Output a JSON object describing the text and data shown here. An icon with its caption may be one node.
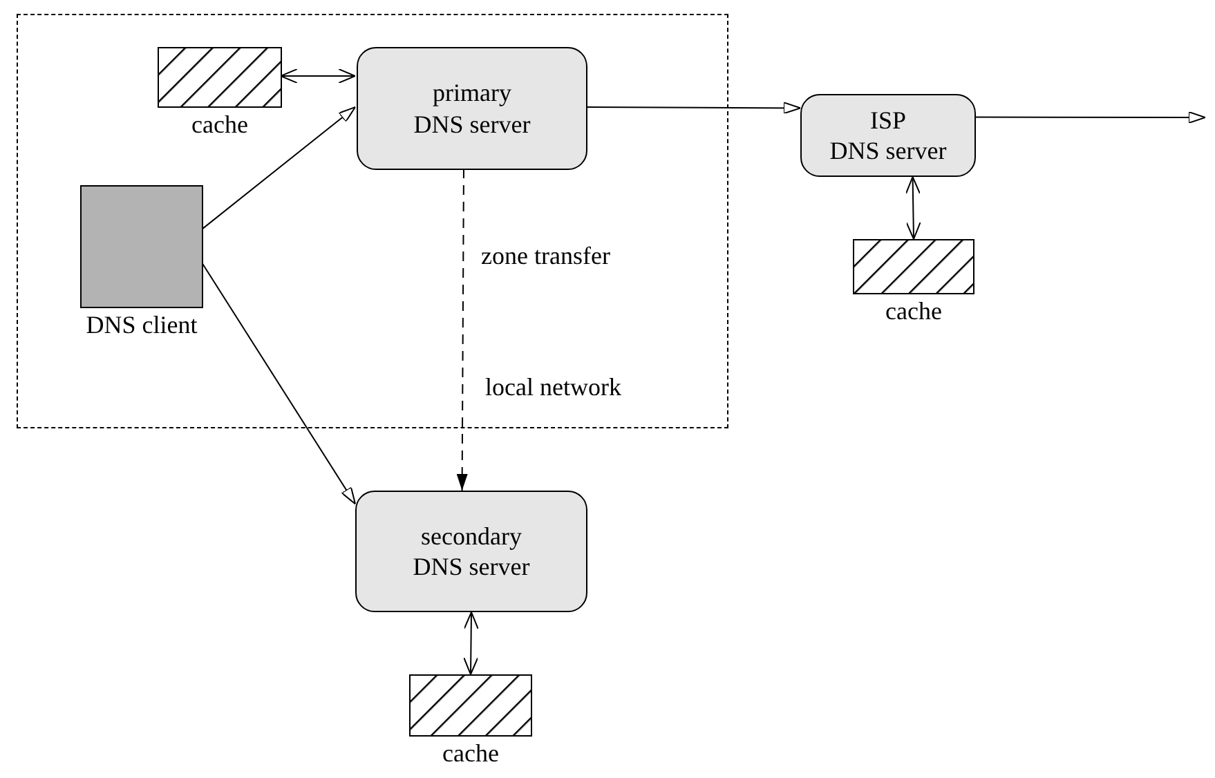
{
  "diagram": {
    "nodes": [
      {
        "text": [
          "local network"
        ]
      },
      {
        "text": [
          "cache"
        ],
        "in": 0
      },
      {
        "text": [
          "primary DNS server"
        ],
        "in": 0
      },
      {
        "text": [
          "DNS client"
        ],
        "in": 0
      },
      {
        "text": [
          "ISP DNS server"
        ]
      },
      {
        "text": [
          "cache"
        ]
      },
      {
        "text": [
          "secondary DNS server"
        ]
      },
      {
        "text": [
          "cache"
        ]
      }
    ],
    "edges": [
      {
        "from": 1,
        "to": 2,
        "arrow": "both"
      },
      {
        "from": 3,
        "to": 2,
        "arrow": "to"
      },
      {
        "from": 3,
        "to": 6,
        "arrow": "to"
      },
      {
        "from": 2,
        "to": 4,
        "arrow": "to"
      },
      {
        "from": 4,
        "to": null,
        "arrow": "to"
      },
      {
        "from": 2,
        "to": 6,
        "arrow": "to",
        "style": "dashed",
        "label": "zone transfer"
      },
      {
        "from": 4,
        "to": 5,
        "arrow": "both"
      },
      {
        "from": 6,
        "to": 7,
        "arrow": "both"
      }
    ]
  }
}
